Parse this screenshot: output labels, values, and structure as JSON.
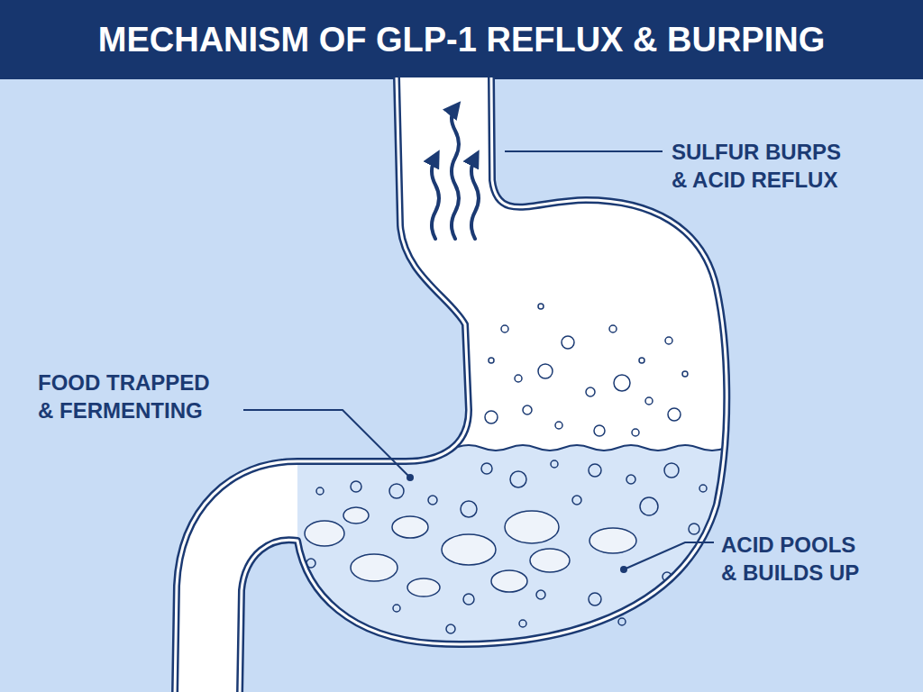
{
  "diagram": {
    "title": "MECHANISM OF GLP-1 REFLUX & BURPING",
    "labels": [
      "SULFUR BURPS & ACID REFLUX",
      "FOOD TRAPPED & FERMENTING",
      "ACID POOLS & BUILDS UP"
    ]
  }
}
